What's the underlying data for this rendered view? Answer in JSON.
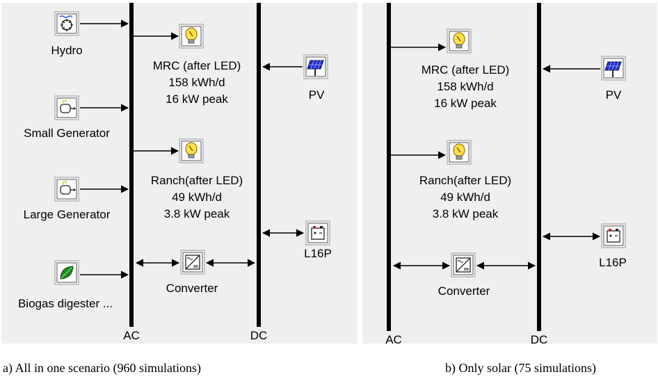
{
  "panel_a": {
    "caption": "a)      All in one scenario (960 simulations)",
    "bus_ac": "AC",
    "bus_dc": "DC",
    "hydro": "Hydro",
    "small_generator": "Small Generator",
    "large_generator": "Large Generator",
    "biogas": "Biogas digester ...",
    "converter": "Converter",
    "pv": "PV",
    "battery": "L16P",
    "mrc": [
      "MRC (after LED)",
      "158 kWh/d",
      "16 kW peak"
    ],
    "ranch": [
      "Ranch(after LED)",
      "49 kWh/d",
      "3.8 kW peak"
    ]
  },
  "panel_b": {
    "caption": "b) Only solar (75 simulations)",
    "bus_ac": "AC",
    "bus_dc": "DC",
    "converter": "Converter",
    "pv": "PV",
    "battery": "L16P",
    "mrc": [
      "MRC (after LED)",
      "158 kWh/d",
      "16 kW peak"
    ],
    "ranch": [
      "Ranch(after LED)",
      "49 kWh/d",
      "3.8 kW peak"
    ]
  }
}
